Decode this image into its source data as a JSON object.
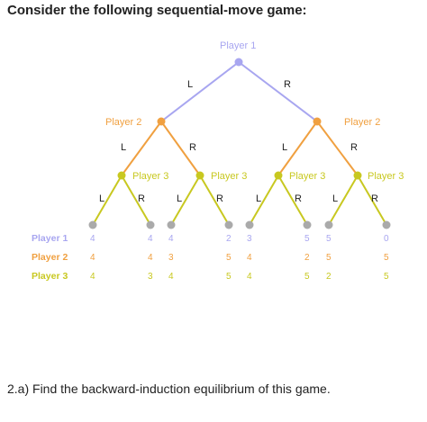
{
  "title": "Consider the following sequential-move game:",
  "question": "2.a) Find the backward-induction equilibrium of this game.",
  "colors": {
    "player1": "#a8a6f0",
    "player2": "#f0a040",
    "player3": "#c8c820",
    "terminal": "#aaaaaa",
    "edge1": "#a8a6f0",
    "edge2": "#f0a040",
    "edge3": "#c8c820"
  },
  "tree": {
    "root": {
      "player": "Player 1"
    },
    "level1_branches": [
      "L",
      "R"
    ],
    "player2_nodes": [
      "Player 2",
      "Player 2"
    ],
    "level2_branches": [
      "L",
      "R",
      "L",
      "R"
    ],
    "player3_nodes": [
      "Player 3",
      "Player 3",
      "Player 3",
      "Player 3"
    ],
    "level3_branches": [
      "L",
      "R",
      "L",
      "R",
      "L",
      "R",
      "L",
      "R"
    ]
  },
  "payoffs": {
    "row_labels": [
      "Player 1",
      "Player 2",
      "Player 3"
    ],
    "columns": [
      [
        "4",
        "4",
        "4"
      ],
      [
        "4",
        "4",
        "3"
      ],
      [
        "4",
        "3",
        "4"
      ],
      [
        "2",
        "5",
        "5"
      ],
      [
        "3",
        "4",
        "4"
      ],
      [
        "5",
        "2",
        "5"
      ],
      [
        "5",
        "5",
        "2"
      ],
      [
        "0",
        "5",
        "5"
      ]
    ]
  }
}
